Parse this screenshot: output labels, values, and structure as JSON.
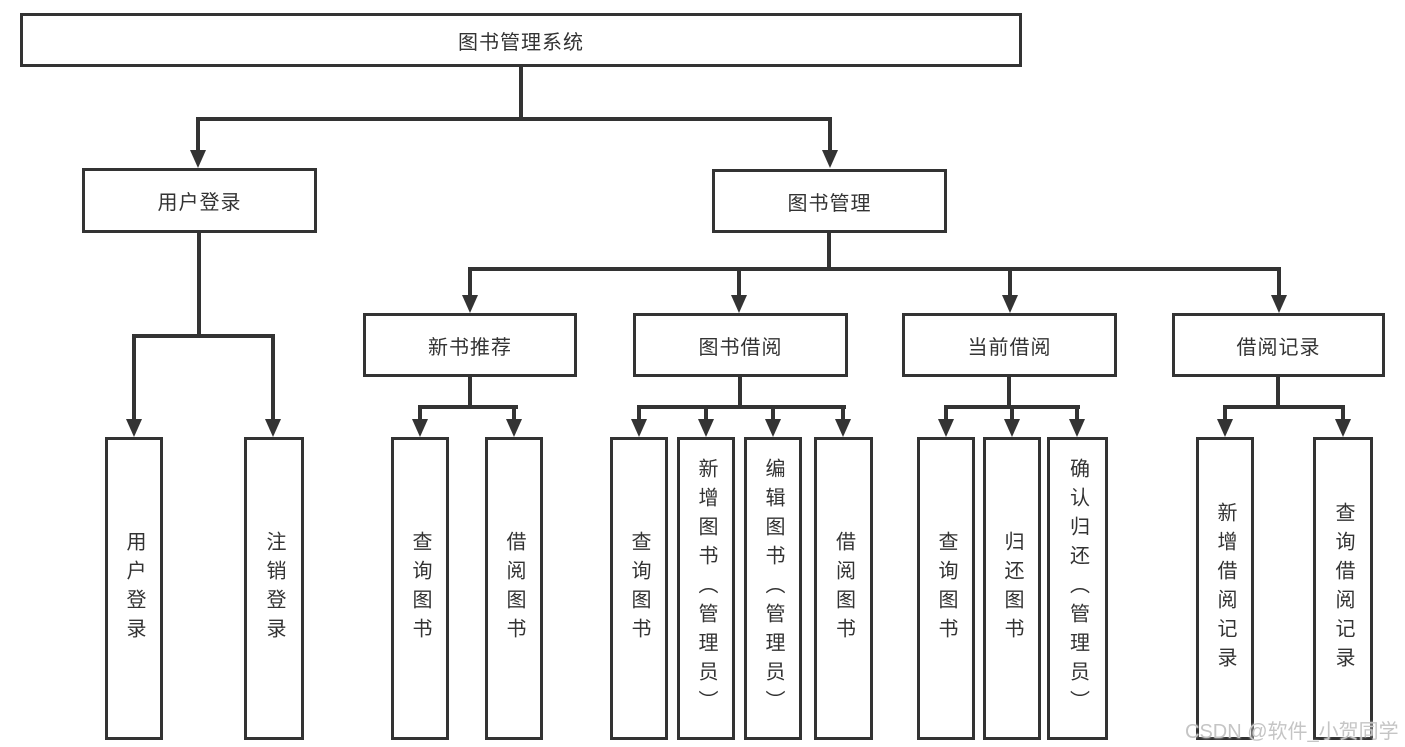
{
  "diagram": {
    "type": "hierarchy-tree",
    "title": "图书管理系统",
    "line_color": "#333333",
    "box_background": "#ffffff",
    "text_color": "#333333",
    "level2": [
      {
        "label": "用户登录"
      },
      {
        "label": "图书管理"
      }
    ],
    "level3": [
      {
        "label": "新书推荐",
        "parent": "图书管理"
      },
      {
        "label": "图书借阅",
        "parent": "图书管理"
      },
      {
        "label": "当前借阅",
        "parent": "图书管理"
      },
      {
        "label": "借阅记录",
        "parent": "图书管理"
      }
    ],
    "leaves": [
      {
        "label": "用户登录",
        "parent": "用户登录"
      },
      {
        "label": "注销登录",
        "parent": "用户登录"
      },
      {
        "label": "查询图书",
        "parent": "新书推荐"
      },
      {
        "label": "借阅图书",
        "parent": "新书推荐"
      },
      {
        "label": "查询图书",
        "parent": "图书借阅"
      },
      {
        "label": "新增图书（管理员）",
        "parent": "图书借阅"
      },
      {
        "label": "编辑图书（管理员）",
        "parent": "图书借阅"
      },
      {
        "label": "借阅图书",
        "parent": "图书借阅"
      },
      {
        "label": "查询图书",
        "parent": "当前借阅"
      },
      {
        "label": "归还图书",
        "parent": "当前借阅"
      },
      {
        "label": "确认归还（管理员）",
        "parent": "当前借阅"
      },
      {
        "label": "新增借阅记录",
        "parent": "借阅记录"
      },
      {
        "label": "查询借阅记录",
        "parent": "借阅记录"
      }
    ]
  },
  "watermark": {
    "text": "CSDN @软件_小贺同学",
    "color": "#c5c5c5"
  }
}
